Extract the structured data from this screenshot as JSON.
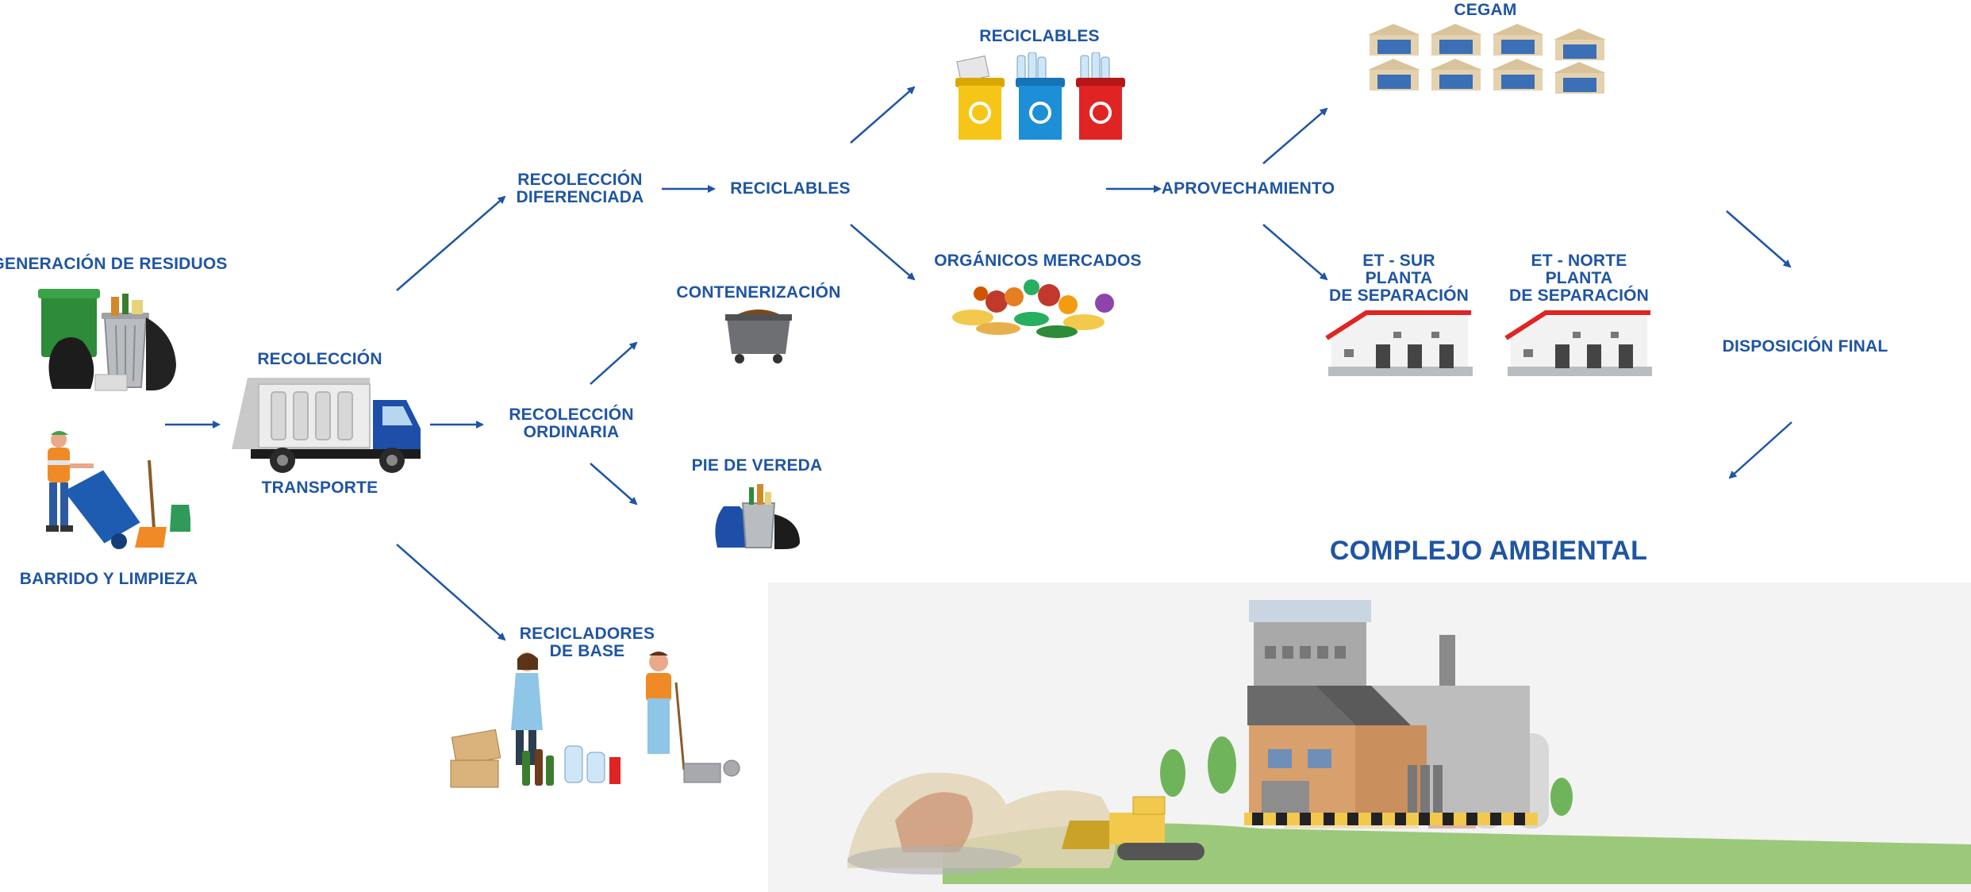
{
  "nodes": {
    "generacion": "GENERACIÓN DE RESIDUOS",
    "barrido": "BARRIDO Y LIMPIEZA",
    "recoleccion": "RECOLECCIÓN",
    "transporte": "TRANSPORTE",
    "recoleccion_diferenciada": "RECOLECCIÓN\nDIFERENCIADA",
    "recoleccion_ordinaria": "RECOLECCIÓN\nORDINARIA",
    "recicladores_base": "RECICLADORES\nDE BASE",
    "reciclables_mid": "RECICLABLES",
    "contenerizacion": "CONTENERIZACIÓN",
    "pie_vereda": "PIE DE VEREDA",
    "reciclables_top": "RECICLABLES",
    "organicos": "ORGÁNICOS MERCADOS",
    "aprovechamiento": "APROVECHAMIENTO",
    "cegam": "CEGAM",
    "et_sur": "ET - SUR\nPLANTA\nDE SEPARACIÓN",
    "et_norte": "ET - NORTE\nPLANTA\nDE SEPARACIÓN",
    "disposicion": "DISPOSICIÓN FINAL",
    "complejo": "COMPLEJO AMBIENTAL"
  },
  "colors": {
    "label": "#1f55a3",
    "arrow": "#1f55a3",
    "bin_yellow": "#f5c518",
    "bin_blue": "#1d8fd6",
    "bin_red": "#e02424"
  },
  "icons": [
    "waste-bins-icon",
    "street-sweeper-icon",
    "garbage-truck-icon",
    "recycling-bins-icon",
    "organic-produce-icon",
    "dumpster-icon",
    "curbside-trash-icon",
    "recyclers-people-icon",
    "warehouse-icon",
    "separation-plant-icon",
    "industrial-complex-icon"
  ]
}
